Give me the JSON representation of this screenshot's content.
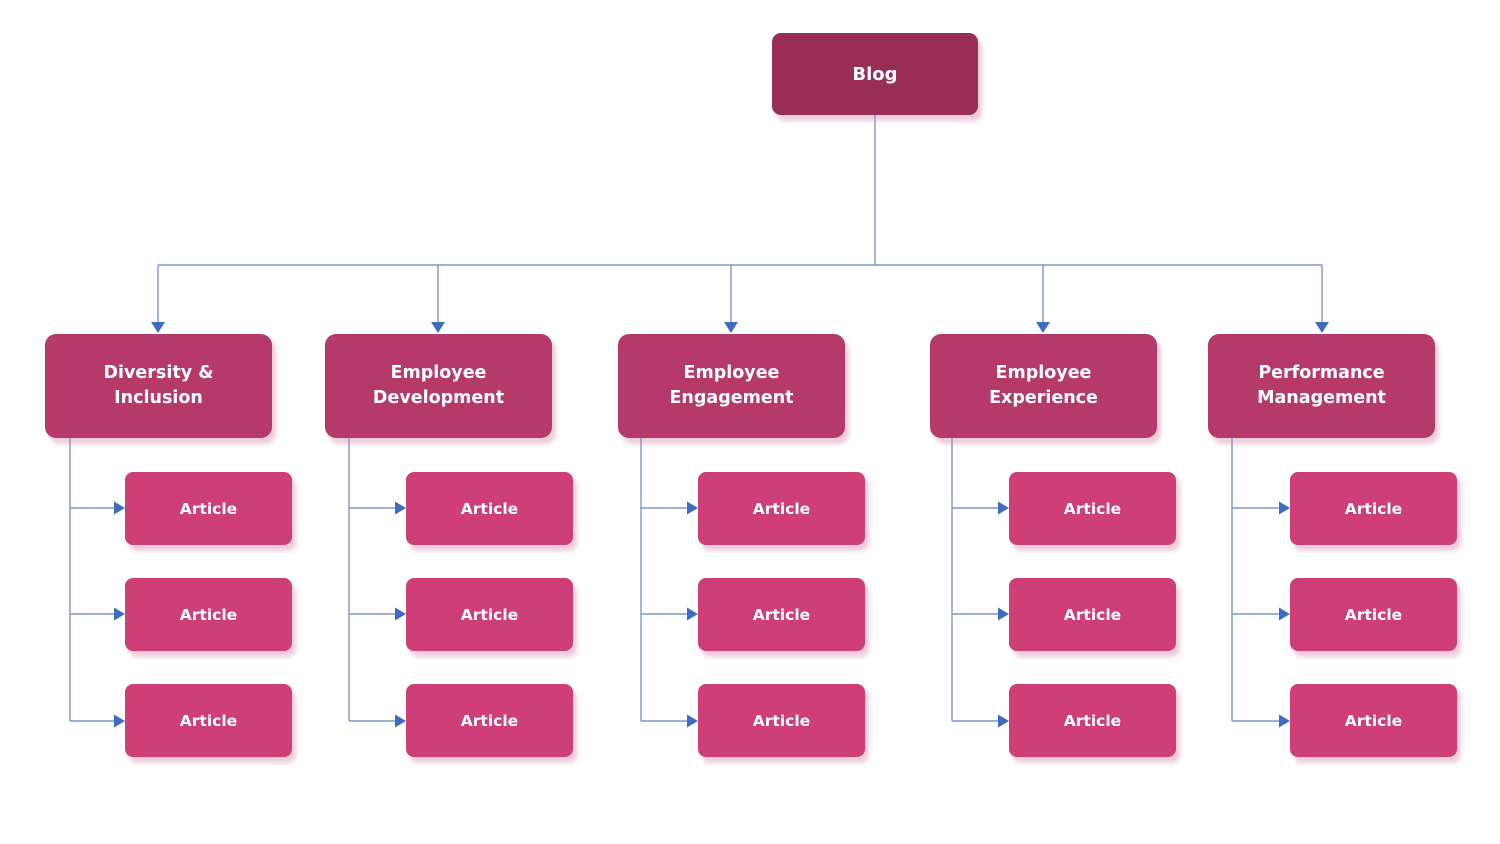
{
  "diagram": {
    "root": {
      "label": "Blog"
    },
    "categories": [
      {
        "label": "Diversity & Inclusion",
        "articles": [
          "Article",
          "Article",
          "Article"
        ]
      },
      {
        "label": "Employee Development",
        "articles": [
          "Article",
          "Article",
          "Article"
        ]
      },
      {
        "label": "Employee Engagement",
        "articles": [
          "Article",
          "Article",
          "Article"
        ]
      },
      {
        "label": "Employee Experience",
        "articles": [
          "Article",
          "Article",
          "Article"
        ]
      },
      {
        "label": "Performance Management",
        "articles": [
          "Article",
          "Article",
          "Article"
        ]
      }
    ],
    "colors": {
      "root_bg": "#982e56",
      "category_bg": "#b63a69",
      "article_bg": "#cd3f76",
      "connector": "#7a97c9",
      "arrowhead": "#3e6cc1",
      "node_text": "#ffffff"
    }
  }
}
